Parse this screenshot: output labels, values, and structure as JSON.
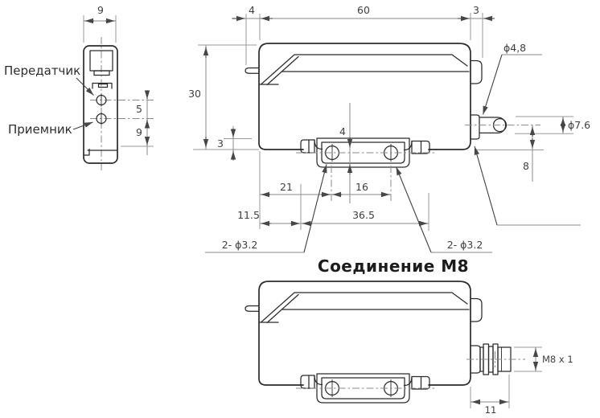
{
  "drawing_title": "Соединение М8",
  "colors": {
    "outline": "#2b2b2b",
    "dimension": "#8a8a8a",
    "text": "#3f3f3f"
  },
  "front_view": {
    "width": "9",
    "transmitter_label": "Передатчик",
    "receiver_label": "Приемник",
    "lens_spacing": "5",
    "lower_offset": "9"
  },
  "side_view": {
    "tab_offset": "4",
    "body_length": "60",
    "clip_width": "3",
    "body_height": "30",
    "bottom_step": "3",
    "bracket_depth": "4",
    "cable_diameter": "ϕ4,8",
    "sleeve_diameter": "ϕ7.6",
    "cable_axis_height": "8",
    "hole_offset": "21",
    "hole_pitch": "16",
    "bracket_offset": "11.5",
    "bracket_span": "36.5",
    "mounting_holes_left": "2- ϕ3.2",
    "mounting_holes_right": "2- ϕ3.2"
  },
  "m8_view": {
    "title": "Соединение М8",
    "thread": "M8 x 1",
    "connector_length": "11"
  }
}
